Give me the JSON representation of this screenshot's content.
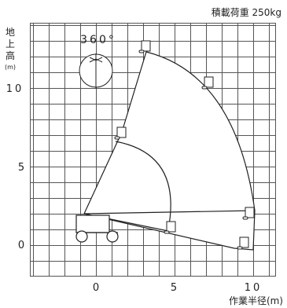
{
  "header": {
    "capacity_label": "積載荷重 250kg"
  },
  "axes": {
    "y_label_chars": [
      "地",
      "上",
      "高"
    ],
    "y_unit": "(m)",
    "x_label": "作業半径(m)",
    "y_ticks": [
      "10",
      "5",
      "0"
    ],
    "x_ticks": [
      "0",
      "5",
      "10"
    ]
  },
  "rotation_label": "360°",
  "colors": {
    "grid": "#555555",
    "outline": "#222222",
    "background": "#ffffff"
  }
}
